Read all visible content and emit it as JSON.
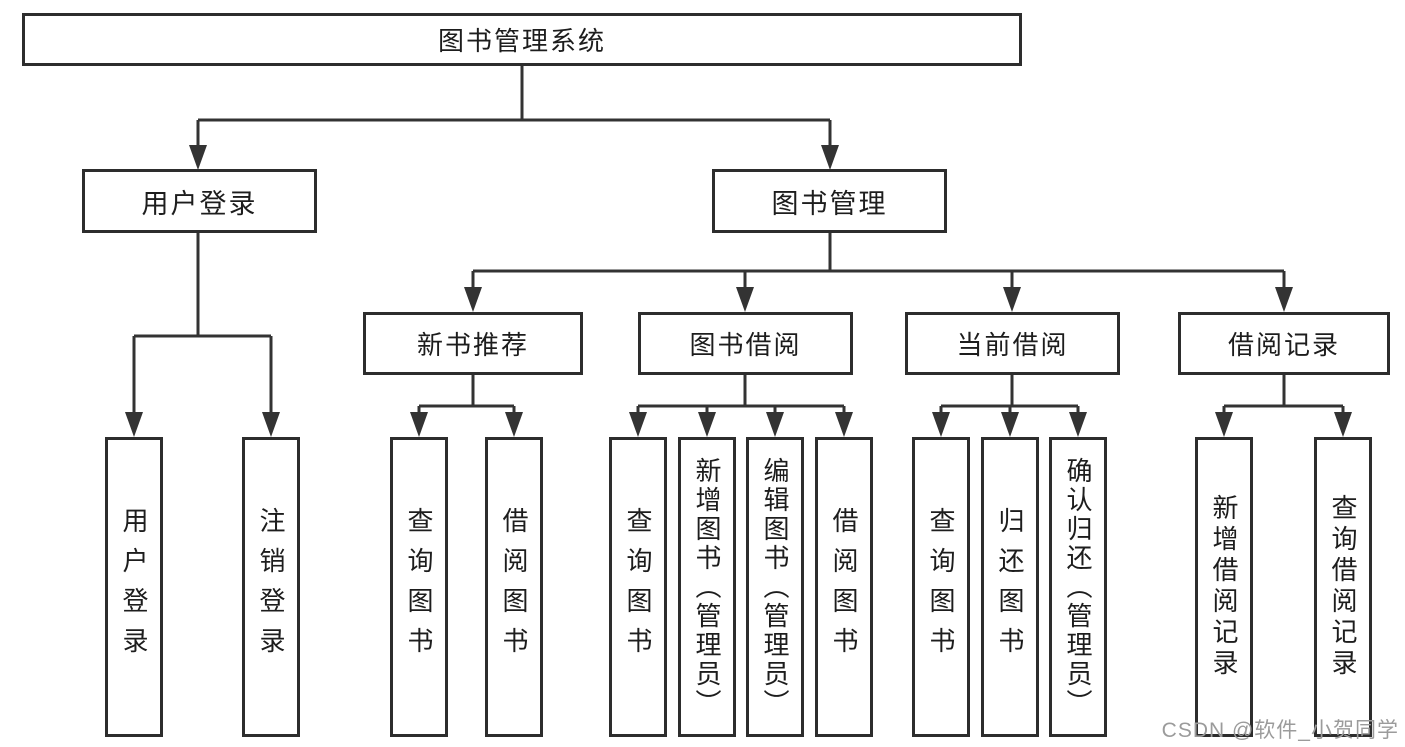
{
  "watermark": "CSDN @软件_小贺同学",
  "colors": {
    "line": "#333333",
    "border": "#2d2d2d",
    "text": "#1d1d1d",
    "watermark": "#9b9b9b",
    "background": "#ffffff"
  },
  "tree": {
    "root": {
      "label": "图书管理系统"
    },
    "branches": [
      {
        "label": "用户登录",
        "children": [
          {
            "label": "用户登录"
          },
          {
            "label": "注销登录"
          }
        ]
      },
      {
        "label": "图书管理",
        "children": [
          {
            "label": "新书推荐",
            "children": [
              {
                "label": "查询图书"
              },
              {
                "label": "借阅图书"
              }
            ]
          },
          {
            "label": "图书借阅",
            "children": [
              {
                "label": "查询图书"
              },
              {
                "label": "新增图书（管理员）"
              },
              {
                "label": "编辑图书（管理员）"
              },
              {
                "label": "借阅图书"
              }
            ]
          },
          {
            "label": "当前借阅",
            "children": [
              {
                "label": "查询图书"
              },
              {
                "label": "归还图书"
              },
              {
                "label": "确认归还（管理员）"
              }
            ]
          },
          {
            "label": "借阅记录",
            "children": [
              {
                "label": "新增借阅记录"
              },
              {
                "label": "查询借阅记录"
              }
            ]
          }
        ]
      }
    ]
  }
}
